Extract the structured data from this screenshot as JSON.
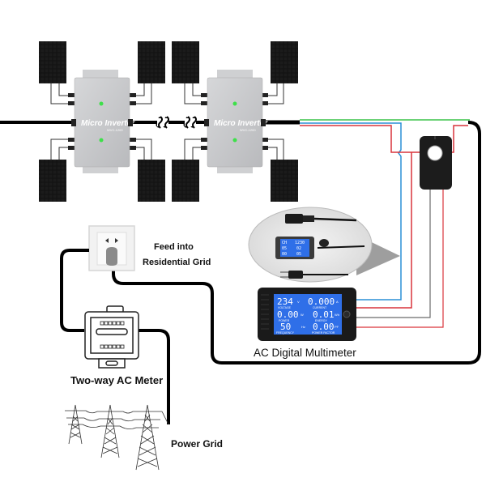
{
  "diagram": {
    "title": "Micro Inverter Grid-Tie Wiring with AC Digital Multimeter",
    "colors": {
      "panel": "#111111",
      "inverter_body": "#c8c9cb",
      "cable": "#000000",
      "wire_blue": "#2a8fd6",
      "wire_red": "#d9343b",
      "wire_green": "#3cc44a",
      "wire_gray": "#6b6b6b",
      "lcd_bg": "#2f6fe8",
      "led": "#3ee04a"
    },
    "inverters": [
      {
        "title": "Micro Inverter",
        "subtitle": "WVC-1200"
      },
      {
        "title": "Micro Inverter",
        "subtitle": "WVC-1200"
      }
    ],
    "labels": {
      "feed_into_line1": "Feed into",
      "feed_into_line2": "Residential Grid",
      "two_way_meter": "Two-way AC Meter",
      "multimeter": "AC Digital Multimeter",
      "power_grid": "Power Grid"
    },
    "multimeter_display": {
      "voltage": {
        "value": "234",
        "unit": "V",
        "label": "VOLTAGE"
      },
      "current": {
        "value": "0.000",
        "unit": "A",
        "label": "CURRENT"
      },
      "power": {
        "value": "0.00",
        "unit": "W",
        "label": "POWER"
      },
      "energy": {
        "value": "0.01",
        "unit": "Wh",
        "label": "ENERGY"
      },
      "frequency": {
        "value": "50",
        "unit": "Hz",
        "label": "FREQUENCY"
      },
      "power_factor": {
        "value": "0.00",
        "unit": "PF",
        "label": "POWER FACTOR"
      }
    },
    "inset_display": {
      "row1_left": "CH",
      "row1_right": "1230",
      "row2_left": "05",
      "row2_right": "02",
      "row3_left": "00",
      "row3_right": "05"
    }
  }
}
